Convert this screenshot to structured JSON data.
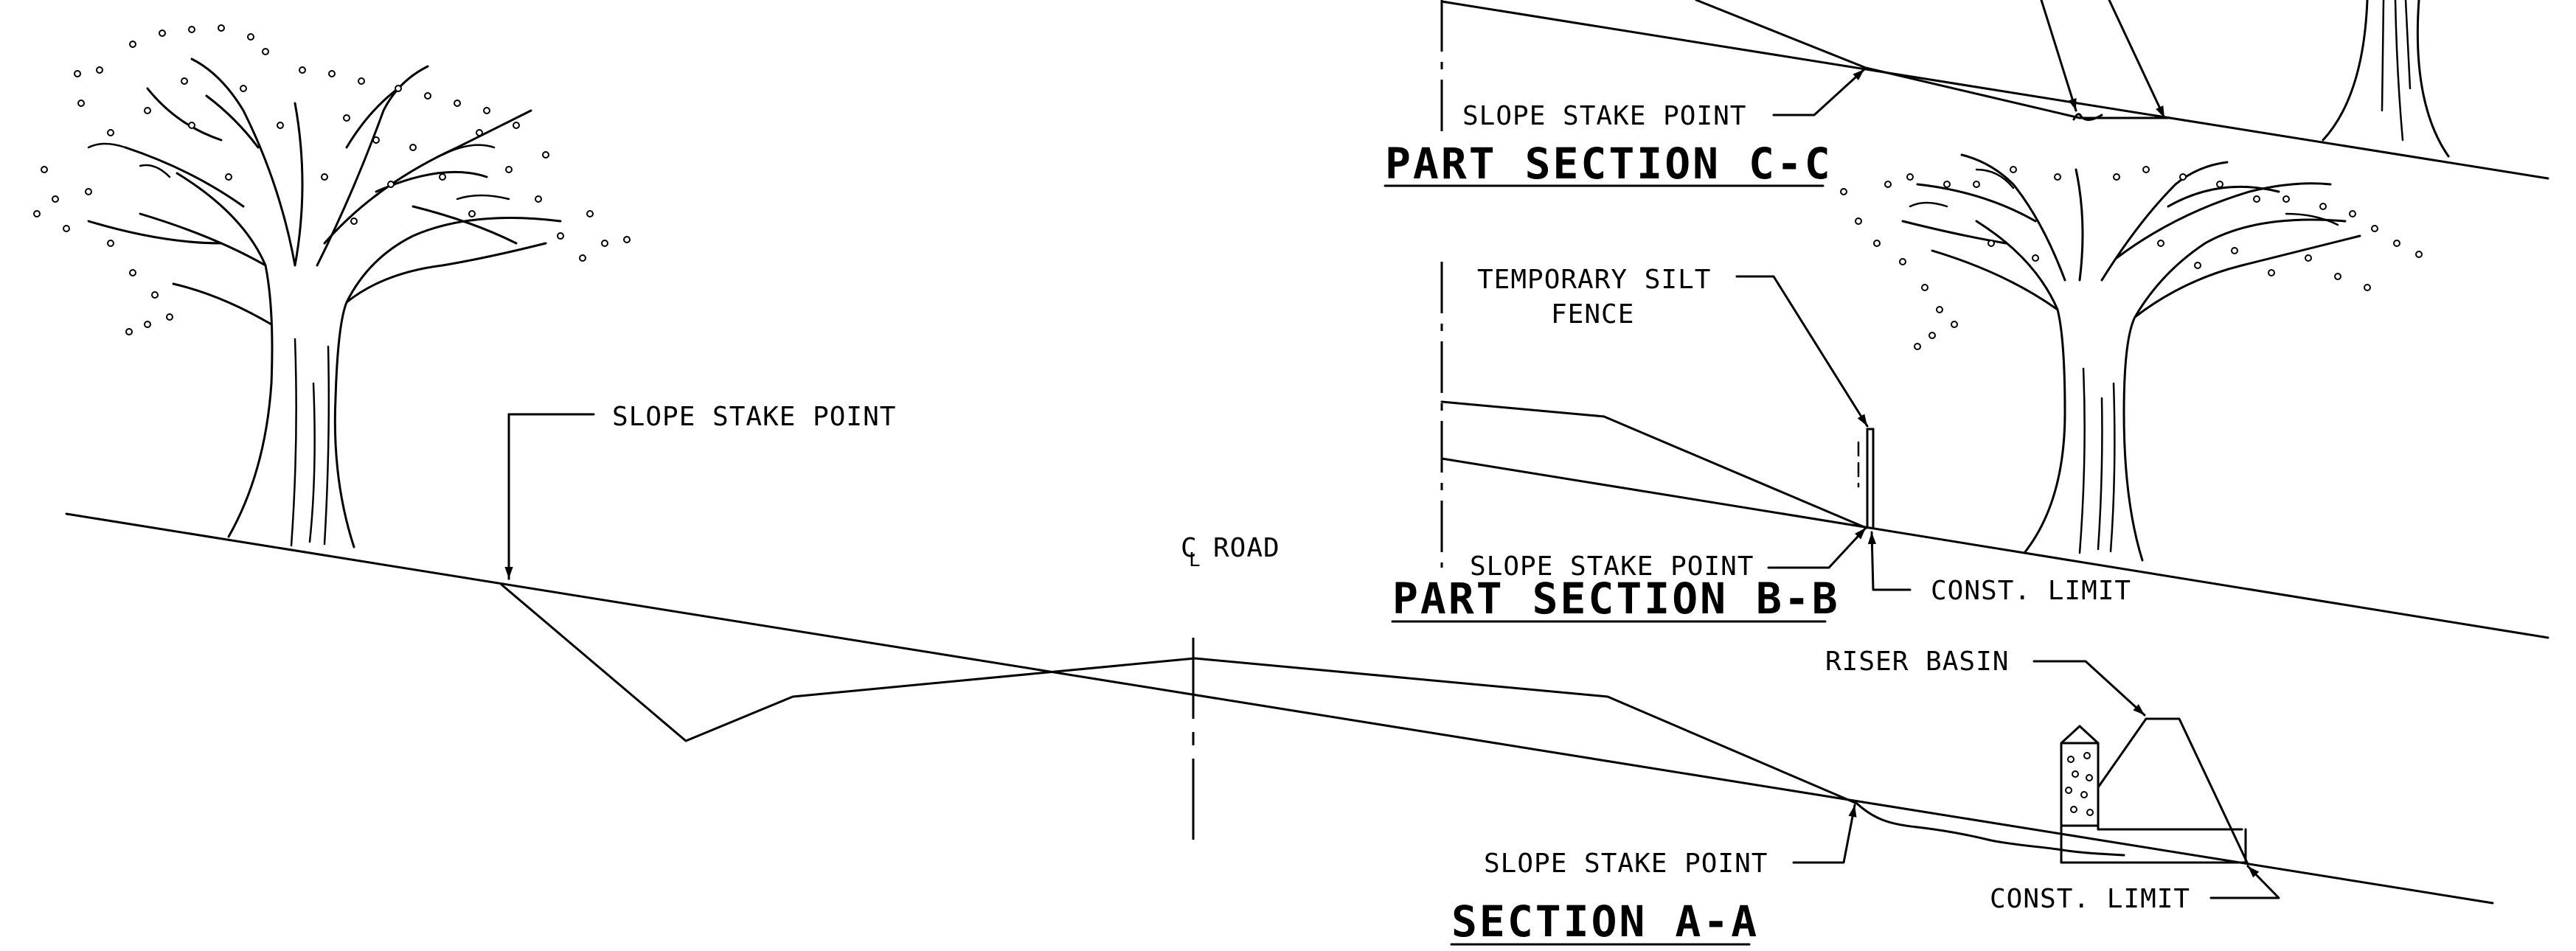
{
  "sections": [
    {
      "title": "PART SECTION C-C",
      "callouts": [
        "SLOPE STAKE POINT"
      ]
    },
    {
      "title": "PART SECTION B-B",
      "callouts": [
        "TEMPORARY SILT",
        "FENCE",
        "SLOPE STAKE POINT",
        "CONST. LIMIT"
      ]
    },
    {
      "title": "SECTION A-A",
      "callouts": [
        "SLOPE STAKE POINT",
        "C",
        "L",
        "ROAD",
        "RISER BASIN",
        "SLOPE STAKE POINT",
        "CONST. LIMIT"
      ]
    }
  ],
  "icons": [
    "tree-icon",
    "tree-icon",
    "tree-trunk-icon",
    "riser-basin-icon"
  ]
}
